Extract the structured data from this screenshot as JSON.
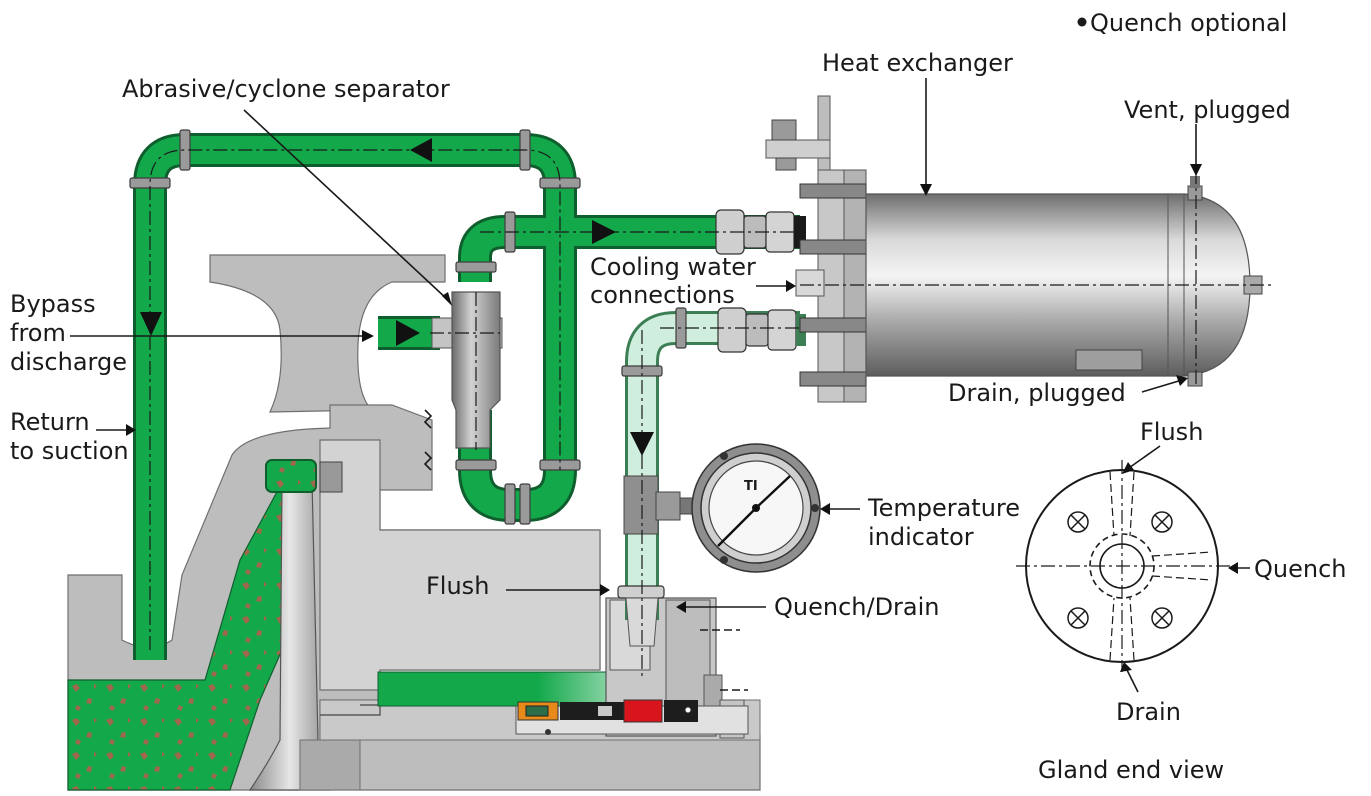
{
  "labels": {
    "quench_optional": "Quench optional",
    "heat_exchanger": "Heat exchanger",
    "vent_plugged": "Vent, plugged",
    "abrasive_cyclone_separator": "Abrasive/cyclone separator",
    "cooling_water_line1": "Cooling water",
    "cooling_water_line2": "connections",
    "bypass_line1": "Bypass",
    "bypass_line2": "from",
    "bypass_line3": "discharge",
    "drain_plugged": "Drain, plugged",
    "return_line1": "Return",
    "return_line2": "to suction",
    "temperature_line1": "Temperature",
    "temperature_line2": "indicator",
    "flush_seal": "Flush",
    "quench_drain": "Quench/Drain",
    "gland_flush": "Flush",
    "gland_quench": "Quench",
    "gland_drain": "Drain",
    "gland_end_view": "Gland end view",
    "ti": "TI"
  },
  "colors": {
    "process_fluid": "#13a84a",
    "pipe_outline": "#0f5e2e",
    "abrasive_particles": "#a0674a",
    "cooling_line": "#cfeedd",
    "casing": "#bdbdbd",
    "seal_red": "#d8141c",
    "seal_orange": "#e88a1a"
  },
  "icons": {
    "flow_arrow": "triangle",
    "temperature_gauge": "dial",
    "bullet": "filled-circle"
  }
}
